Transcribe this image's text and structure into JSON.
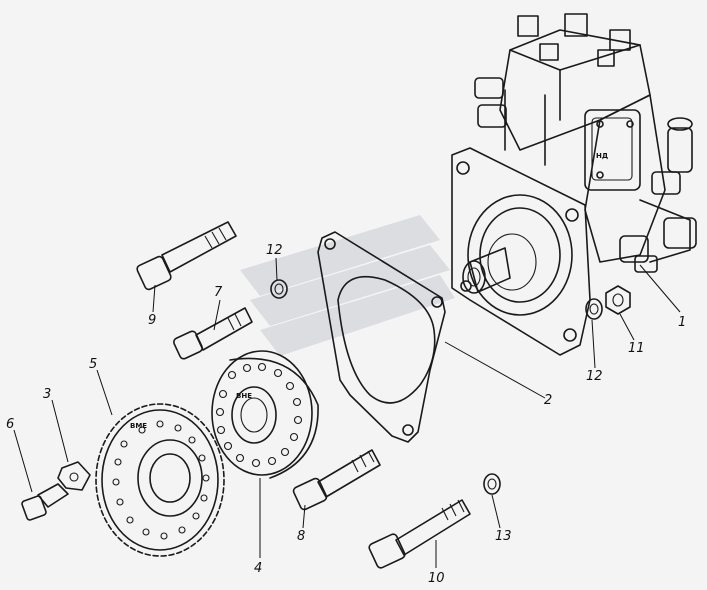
{
  "callouts": {
    "c1": "1",
    "c2": "2",
    "c3": "3",
    "c4": "4",
    "c5": "5",
    "c6": "6",
    "c7": "7",
    "c8": "8",
    "c9": "9",
    "c10": "10",
    "c11": "11",
    "c12a": "12",
    "c12b": "12",
    "c13": "13"
  },
  "markings": {
    "pump_plate": "НД",
    "gear_text": "ВМЕ",
    "hub_text": "ВНЕ"
  },
  "watermark": {
    "color": "#c9ccd1"
  }
}
